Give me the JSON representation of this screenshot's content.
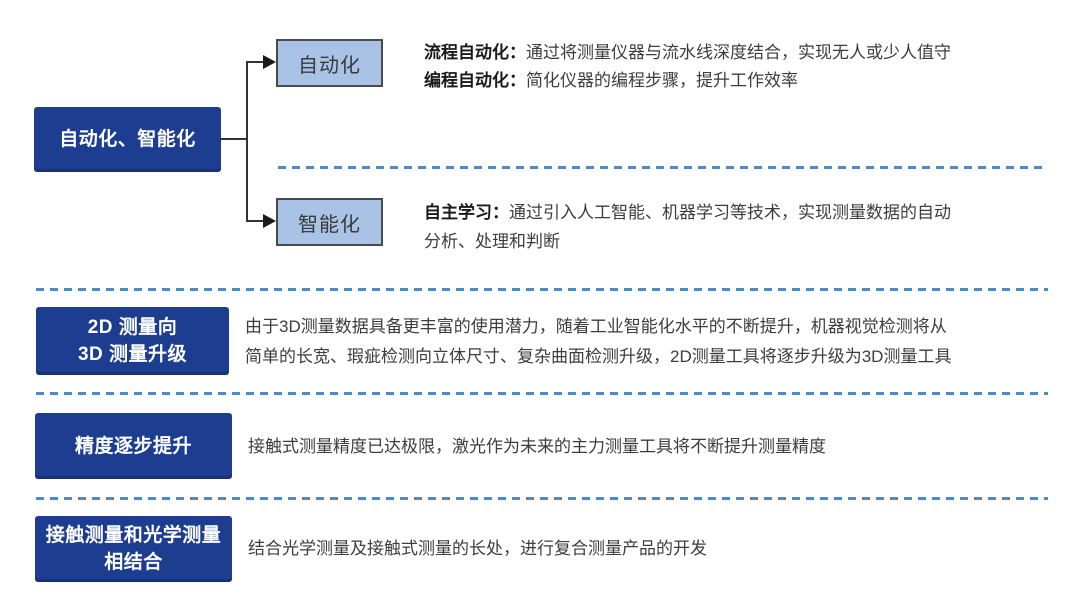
{
  "colors": {
    "dark_box_bg": "#1d3d90",
    "light_box_bg": "#a9c3e6",
    "light_box_border": "#4a4a4a",
    "dashed_line": "#4b8bc8",
    "body_text": "#3d3d3d",
    "box_text": "#ffffff"
  },
  "tree": {
    "root_label": "自动化、智能化",
    "branches": [
      {
        "label": "自动化",
        "desc": [
          {
            "bold": "流程自动化：",
            "text": "通过将测量仪器与流水线深度结合，实现无人或少人值守"
          },
          {
            "bold": "编程自动化：",
            "text": "简化仪器的编程步骤，提升工作效率"
          }
        ]
      },
      {
        "label": "智能化",
        "desc": [
          {
            "bold": "自主学习：",
            "text": "通过引入人工智能、机器学习等技术，实现测量数据的自动"
          },
          {
            "bold": "",
            "text": "分析、处理和判断"
          }
        ]
      }
    ]
  },
  "rows": [
    {
      "title_lines": [
        "2D 测量向",
        "3D 测量升级"
      ],
      "desc_lines": [
        "由于3D测量数据具备更丰富的使用潜力，随着工业智能化水平的不断提升，机器视觉检测将从",
        "简单的长宽、瑕疵检测向立体尺寸、复杂曲面检测升级，2D测量工具将逐步升级为3D测量工具"
      ]
    },
    {
      "title_lines": [
        "精度逐步提升"
      ],
      "desc_lines": [
        "接触式测量精度已达极限，激光作为未来的主力测量工具将不断提升测量精度"
      ]
    },
    {
      "title_lines": [
        "接触测量和光学测量",
        "相结合"
      ],
      "desc_lines": [
        "结合光学测量及接触式测量的长处，进行复合测量产品的开发"
      ]
    }
  ]
}
